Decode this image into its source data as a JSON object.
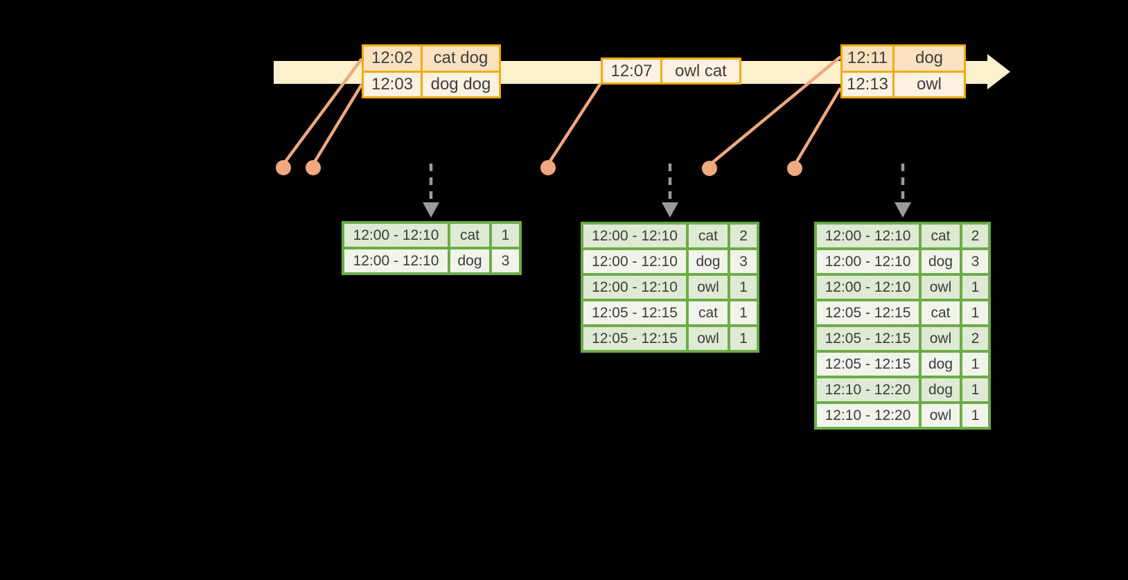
{
  "diagram": {
    "description": "Windowed grouped aggregation over an event-time stream: events on a timeline feed sliding 10-minute windows; green tables show word counts per window after successive triggers."
  },
  "colors": {
    "background": "#000000",
    "band": "#FCF1CC",
    "event_border": "#F2AB0E",
    "event_row_peach": "#FAE1BF",
    "event_row_cream": "#FDF2E2",
    "salmon": "#F0A87E",
    "arrow_gray": "#9B9B9B",
    "green_border": "#6BAC47",
    "green_row_dark": "#DFEAD4",
    "green_row_light": "#F0F4EB",
    "text": "#3e3e3e"
  },
  "event_tables": [
    {
      "rows": [
        {
          "time": "12:02",
          "text": "cat dog"
        },
        {
          "time": "12:03",
          "text": "dog dog"
        }
      ]
    },
    {
      "rows": [
        {
          "time": "12:07",
          "text": "owl cat"
        }
      ]
    },
    {
      "rows": [
        {
          "time": "12:11",
          "text": "dog"
        },
        {
          "time": "12:13",
          "text": "owl"
        }
      ]
    }
  ],
  "result_tables": [
    {
      "rows": [
        {
          "window": "12:00 - 12:10",
          "word": "cat",
          "count": "1"
        },
        {
          "window": "12:00 - 12:10",
          "word": "dog",
          "count": "3"
        }
      ]
    },
    {
      "rows": [
        {
          "window": "12:00 - 12:10",
          "word": "cat",
          "count": "2"
        },
        {
          "window": "12:00 - 12:10",
          "word": "dog",
          "count": "3"
        },
        {
          "window": "12:00 - 12:10",
          "word": "owl",
          "count": "1"
        },
        {
          "window": "12:05 - 12:15",
          "word": "cat",
          "count": "1"
        },
        {
          "window": "12:05 - 12:15",
          "word": "owl",
          "count": "1"
        }
      ]
    },
    {
      "rows": [
        {
          "window": "12:00 - 12:10",
          "word": "cat",
          "count": "2"
        },
        {
          "window": "12:00 - 12:10",
          "word": "dog",
          "count": "3"
        },
        {
          "window": "12:00 - 12:10",
          "word": "owl",
          "count": "1"
        },
        {
          "window": "12:05 - 12:15",
          "word": "cat",
          "count": "1"
        },
        {
          "window": "12:05 - 12:15",
          "word": "owl",
          "count": "2"
        },
        {
          "window": "12:05 - 12:15",
          "word": "dog",
          "count": "1"
        },
        {
          "window": "12:10 - 12:20",
          "word": "dog",
          "count": "1"
        },
        {
          "window": "12:10 - 12:20",
          "word": "owl",
          "count": "1"
        }
      ]
    }
  ]
}
